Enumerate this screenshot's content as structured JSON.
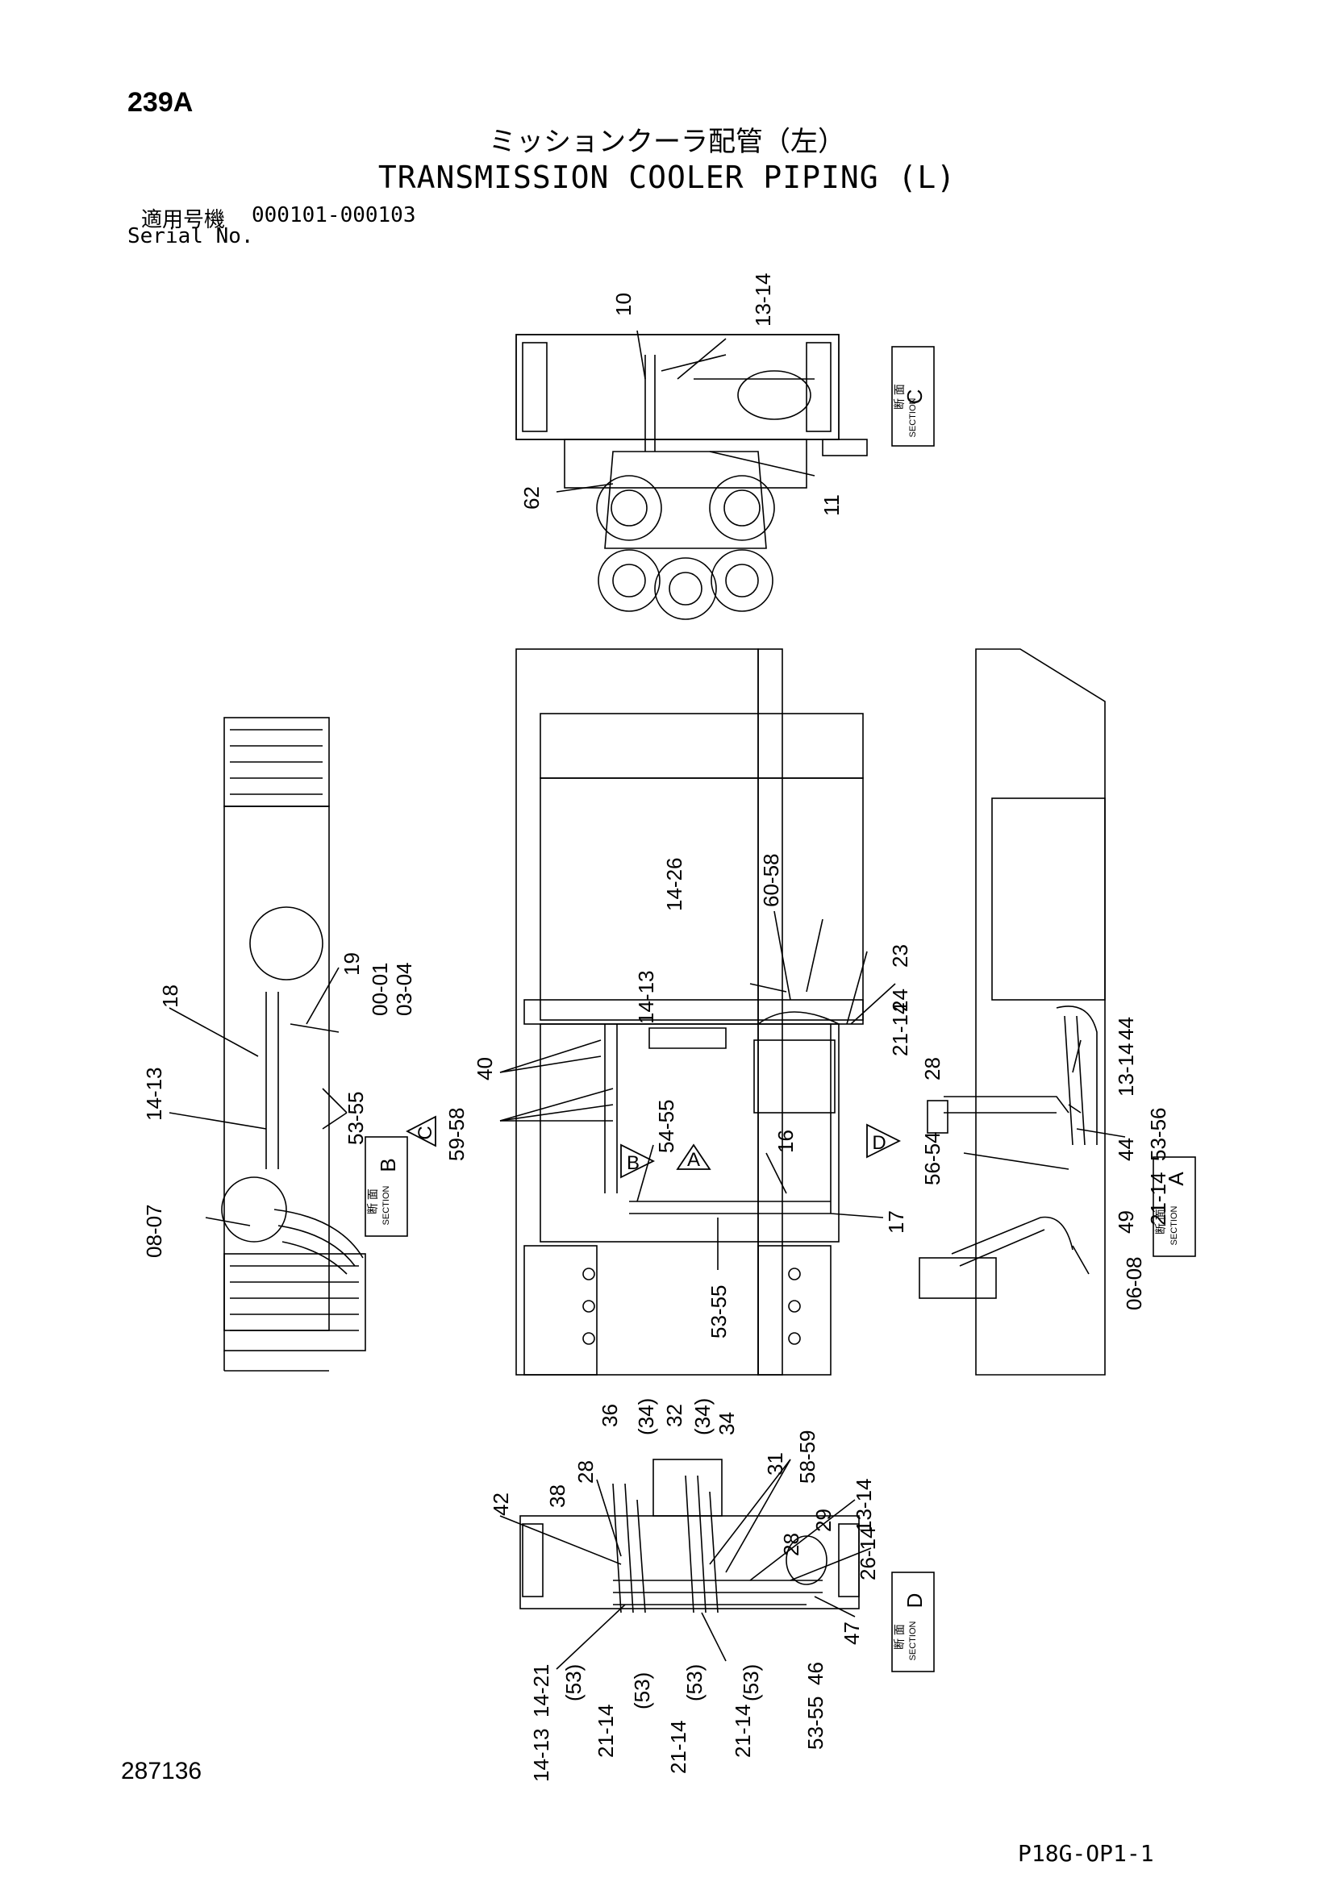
{
  "header": {
    "page_code": "239A",
    "title_jp": "ミッションクーラ配管（左）",
    "title_en": "TRANSMISSION COOLER PIPING (L)",
    "serial_label_jp": "適用号機",
    "serial_range": "000101-000103",
    "serial_label_en": "Serial No."
  },
  "footer": {
    "document_number": "287136",
    "page_reference": "P18G-OP1-1"
  },
  "sections": {
    "A": {
      "letter": "A",
      "label_jp": "断 面",
      "label_en": "SECTION"
    },
    "B": {
      "letter": "B",
      "label_jp": "断 面",
      "label_en": "SECTION"
    },
    "C": {
      "letter": "C",
      "label_jp": "断 面",
      "label_en": "SECTION"
    },
    "D": {
      "letter": "D",
      "label_jp": "断 面",
      "label_en": "SECTION"
    }
  },
  "view_markers": {
    "C": "C",
    "B": "B",
    "A": "A",
    "D": "D"
  },
  "part_labels": {
    "c_10": "10",
    "c_13_14": "13-14",
    "c_62": "62",
    "c_11": "11",
    "b_18": "18",
    "b_19": "19",
    "b_00_01": "00-01",
    "b_03_04": "03-04",
    "b_14_13": "14-13",
    "b_53_55": "53-55",
    "b_08_07": "08-07",
    "m_14_26": "14-26",
    "m_60_58": "60-58",
    "m_14_13": "14-13",
    "m_23": "23",
    "m_24": "24",
    "m_21_14": "21-14",
    "m_40": "40",
    "m_59_58": "59-58",
    "m_54_55": "54-55",
    "m_16": "16",
    "m_17": "17",
    "m_53_55": "53-55",
    "a_44": "44",
    "a_13_14": "13-14",
    "a_44b": "44",
    "a_28": "28",
    "a_53_56": "53-56",
    "a_21_14": "21-14",
    "a_49": "49",
    "a_56_54": "56-54",
    "a_06_08": "06-08",
    "d_36": "36",
    "d_34a": "(34)",
    "d_32": "32",
    "d_34b": "(34)",
    "d_34": "34",
    "d_31": "31",
    "d_58_59": "58-59",
    "d_28": "28",
    "d_29": "29",
    "d_42": "42",
    "d_38": "38",
    "d_28b": "28",
    "d_13_14": "13-14",
    "d_26_14": "26-14",
    "d_47": "47",
    "d_46": "46",
    "d_53_55": "53-55",
    "d_14_21": "14-21",
    "d_53a": "(53)",
    "d_14_13": "14-13",
    "d_21_14a": "21-14",
    "d_53b": "(53)",
    "d_21_14b": "21-14",
    "d_53c": "(53)",
    "d_21_14c": "21-14",
    "d_53d": "(53)"
  }
}
